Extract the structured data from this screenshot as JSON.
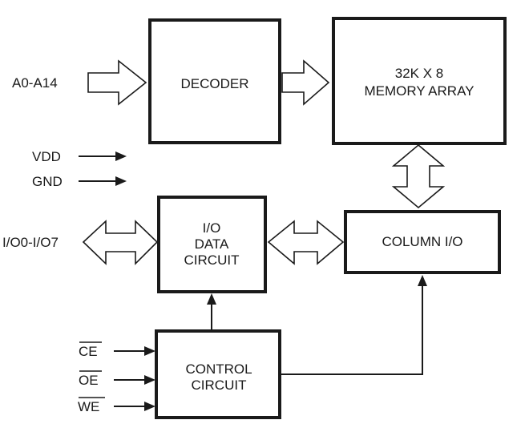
{
  "blocks": {
    "decoder": "DECODER",
    "memory_array": [
      "32K X 8",
      "MEMORY ARRAY"
    ],
    "column_io": "COLUMN I/O",
    "io_data_circuit": [
      "I/O",
      "DATA",
      "CIRCUIT"
    ],
    "control_circuit": [
      "CONTROL",
      "CIRCUIT"
    ]
  },
  "signals": {
    "address": "A0-A14",
    "vdd": "VDD",
    "gnd": "GND",
    "io_bus": "I/O0-I/O7",
    "ce": "CE",
    "oe": "OE",
    "we": "WE"
  }
}
